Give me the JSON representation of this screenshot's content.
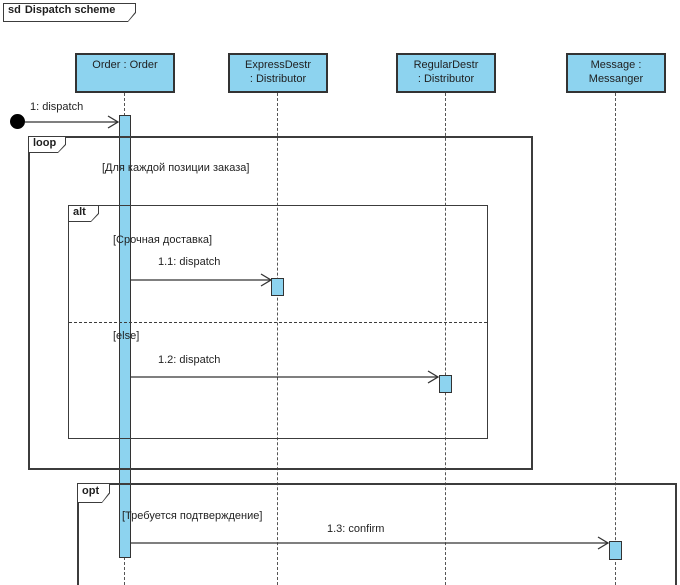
{
  "diagram": {
    "title_keyword": "sd",
    "title_name": "Dispatch scheme"
  },
  "lifelines": [
    {
      "id": "order",
      "line1": "Order : Order",
      "line2": ""
    },
    {
      "id": "express",
      "line1": "ExpressDestr",
      "line2": ": Distributor"
    },
    {
      "id": "regular",
      "line1": "RegularDestr",
      "line2": ": Distributor"
    },
    {
      "id": "message",
      "line1": "Message :",
      "line2": "Messanger"
    }
  ],
  "messages": [
    {
      "label": "1: dispatch"
    },
    {
      "label": "1.1: dispatch"
    },
    {
      "label": "1.2: dispatch"
    },
    {
      "label": "1.3: confirm"
    }
  ],
  "fragments": {
    "loop": {
      "operator": "loop",
      "guard": "[Для каждой позиции заказа]"
    },
    "alt": {
      "operator": "alt",
      "guard1": "[Срочная доставка]",
      "guard2": "[else]"
    },
    "opt": {
      "operator": "opt",
      "guard": "[Требуется подтверждение]"
    }
  },
  "colors": {
    "shape_fill": "#8dd3ef",
    "shape_border": "#333333",
    "frame_border": "#3c3c3c",
    "lifeline_color": "#555555",
    "arrow_color": "#333333",
    "text_color": "#1f1f1f"
  }
}
